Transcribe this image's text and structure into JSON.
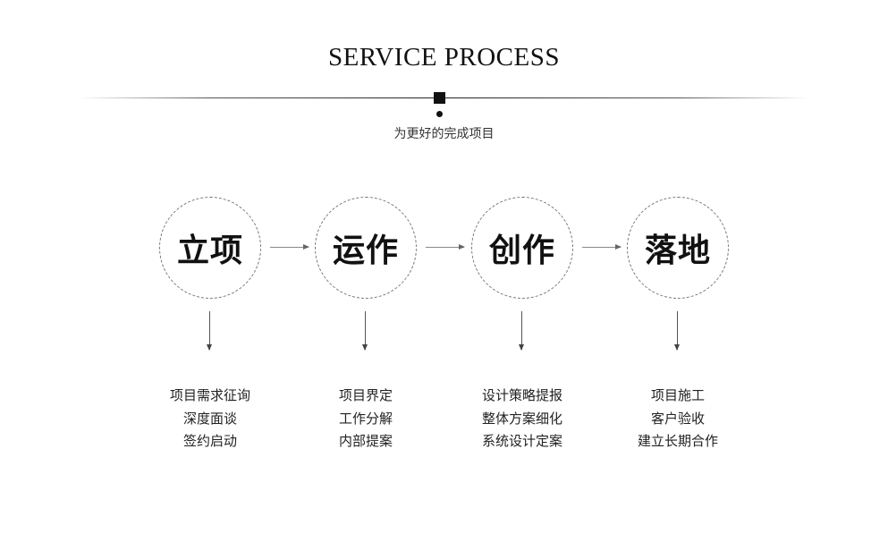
{
  "header": {
    "title": "SERVICE PROCESS",
    "subtitle": "为更好的完成项目"
  },
  "steps": [
    {
      "label": "立项",
      "items": [
        "项目需求征询",
        "深度面谈",
        "签约启动"
      ]
    },
    {
      "label": "运作",
      "items": [
        "项目界定",
        "工作分解",
        "内部提案"
      ]
    },
    {
      "label": "创作",
      "items": [
        "设计策略提报",
        "整体方案细化",
        "系统设计定案"
      ]
    },
    {
      "label": "落地",
      "items": [
        "项目施工",
        "客户验收",
        "建立长期合作"
      ]
    }
  ]
}
